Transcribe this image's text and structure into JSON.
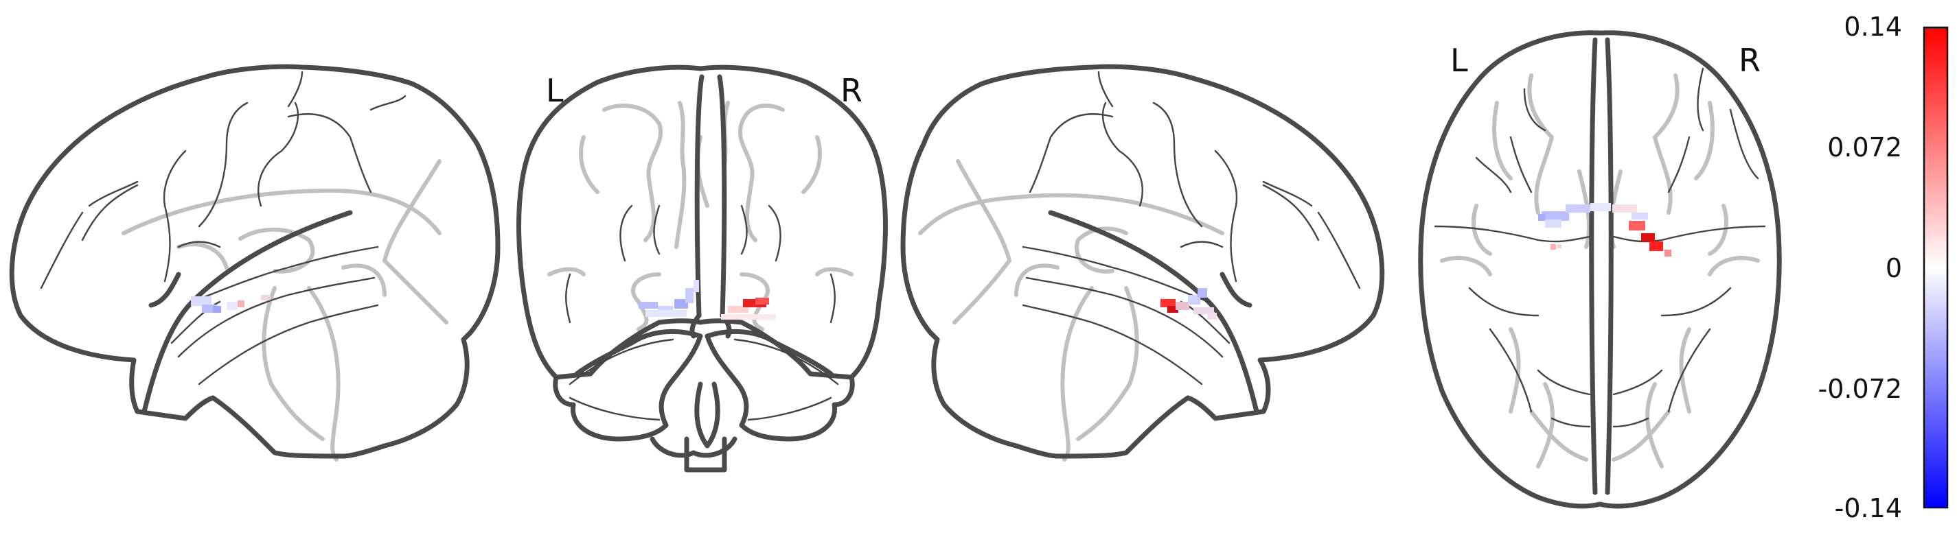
{
  "views": [
    {
      "id": "sagittal-left",
      "labels": []
    },
    {
      "id": "coronal",
      "labels": [
        "L",
        "R"
      ]
    },
    {
      "id": "sagittal-right",
      "labels": []
    },
    {
      "id": "axial",
      "labels": [
        "L",
        "R"
      ]
    }
  ],
  "colorbar": {
    "ticks": [
      "0.14",
      "0.072",
      "0",
      "-0.072",
      "-0.14"
    ],
    "vmin": -0.14,
    "vmax": 0.14,
    "cmap": "bwr",
    "colors": {
      "max": "#ff0000",
      "mid": "#ffffff",
      "min": "#0000ff"
    }
  },
  "colors": {
    "outline": "#4a4a4a",
    "sulcus": "#c0c0c0"
  }
}
